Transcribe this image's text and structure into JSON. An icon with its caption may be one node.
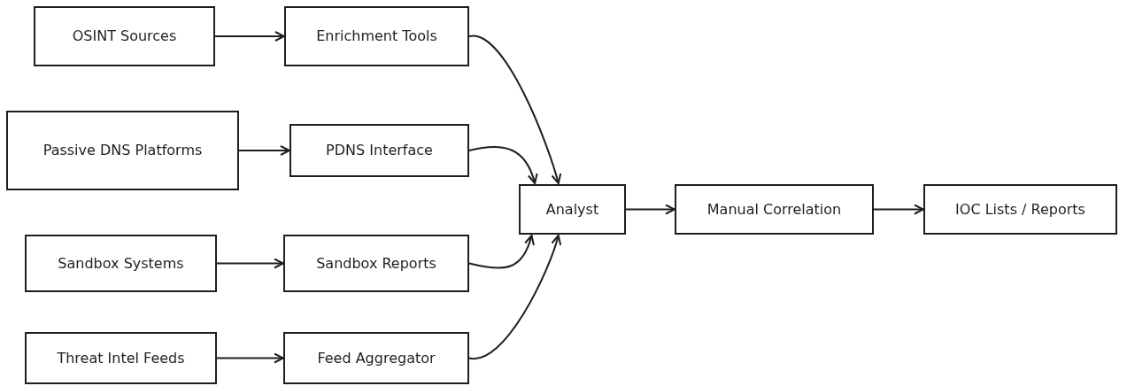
{
  "diagram": {
    "nodes": [
      {
        "text": [
          "OSINT Sources"
        ]
      },
      {
        "text": [
          "Enrichment Tools"
        ]
      },
      {
        "text": [
          "Passive DNS Platforms"
        ]
      },
      {
        "text": [
          "PDNS Interface"
        ]
      },
      {
        "text": [
          "Sandbox Systems"
        ]
      },
      {
        "text": [
          "Sandbox Reports"
        ]
      },
      {
        "text": [
          "Threat Intel Feeds"
        ]
      },
      {
        "text": [
          "Feed Aggregator"
        ]
      },
      {
        "text": [
          "Analyst"
        ]
      },
      {
        "text": [
          "Manual Correlation"
        ]
      },
      {
        "text": [
          "IOC Lists / Reports"
        ]
      }
    ],
    "edges": [
      {
        "from": 0,
        "to": 1,
        "arrow": "to"
      },
      {
        "from": 1,
        "to": 8,
        "arrow": "to"
      },
      {
        "from": 2,
        "to": 3,
        "arrow": "to"
      },
      {
        "from": 3,
        "to": 8,
        "arrow": "to"
      },
      {
        "from": 4,
        "to": 5,
        "arrow": "to"
      },
      {
        "from": 5,
        "to": 8,
        "arrow": "to"
      },
      {
        "from": 6,
        "to": 7,
        "arrow": "to"
      },
      {
        "from": 7,
        "to": 8,
        "arrow": "to"
      },
      {
        "from": 8,
        "to": 9,
        "arrow": "to"
      },
      {
        "from": 9,
        "to": 10,
        "arrow": "to"
      }
    ]
  }
}
